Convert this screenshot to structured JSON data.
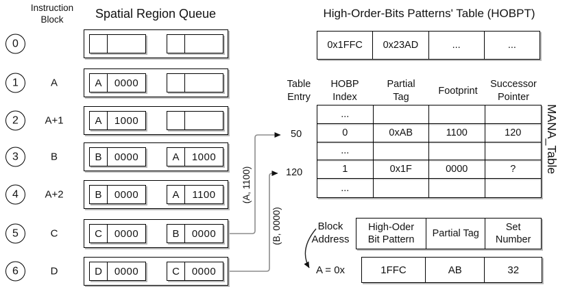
{
  "queue": {
    "column_header_line1": "Instruction",
    "column_header_line2": "Block",
    "title": "Spatial Region Queue",
    "rows": [
      {
        "index": "0",
        "block": "",
        "slots": [
          {
            "tag": "",
            "fp": ""
          },
          {
            "tag": "",
            "fp": ""
          }
        ]
      },
      {
        "index": "1",
        "block": "A",
        "slots": [
          {
            "tag": "A",
            "fp": "0000"
          },
          {
            "tag": "",
            "fp": ""
          }
        ]
      },
      {
        "index": "2",
        "block": "A+1",
        "slots": [
          {
            "tag": "A",
            "fp": "1000"
          },
          {
            "tag": "",
            "fp": ""
          }
        ]
      },
      {
        "index": "3",
        "block": "B",
        "slots": [
          {
            "tag": "B",
            "fp": "0000"
          },
          {
            "tag": "A",
            "fp": "1000"
          }
        ]
      },
      {
        "index": "4",
        "block": "A+2",
        "slots": [
          {
            "tag": "B",
            "fp": "0000"
          },
          {
            "tag": "A",
            "fp": "1100"
          }
        ]
      },
      {
        "index": "5",
        "block": "C",
        "slots": [
          {
            "tag": "C",
            "fp": "0000"
          },
          {
            "tag": "B",
            "fp": "0000"
          }
        ]
      },
      {
        "index": "6",
        "block": "D",
        "slots": [
          {
            "tag": "D",
            "fp": "0000"
          },
          {
            "tag": "C",
            "fp": "0000"
          }
        ]
      }
    ]
  },
  "hobpt": {
    "title": "High-Order-Bits Patterns' Table (HOBPT)",
    "cells": [
      "0x1FFC",
      "0x23AD",
      "...",
      "..."
    ]
  },
  "mana": {
    "side_label": "MANA_Table",
    "headers": [
      [
        "Table",
        "Entry"
      ],
      [
        "HOBP",
        "Index"
      ],
      [
        "Partial",
        "Tag"
      ],
      [
        "Footprint",
        ""
      ],
      [
        "Successor",
        "Pointer"
      ]
    ],
    "entry_labels": [
      "50",
      "120"
    ],
    "rows": [
      [
        "...",
        "",
        "",
        ""
      ],
      [
        "0",
        "0xAB",
        "1100",
        "120"
      ],
      [
        "...",
        "",
        "",
        ""
      ],
      [
        "1",
        "0x1F",
        "0000",
        "?"
      ],
      [
        "...",
        "",
        "",
        ""
      ]
    ]
  },
  "arrows": {
    "label_a": "(A, 1100)",
    "label_b": "(B, 0000)"
  },
  "address": {
    "row_header_line1": "Block",
    "row_header_line2": "Address",
    "headers": [
      [
        "High-Oder",
        "Bit Pattern"
      ],
      [
        "Partial Tag",
        ""
      ],
      [
        "Set",
        "Number"
      ]
    ],
    "value_label": "A = 0x",
    "values": [
      "1FFC",
      "AB",
      "32"
    ]
  },
  "colors": {
    "border": "#000000",
    "arrow_line": "#8c8c8c",
    "arrowhead": "#111111",
    "shadow": "#b9b9b9",
    "background": "#ffffff"
  }
}
